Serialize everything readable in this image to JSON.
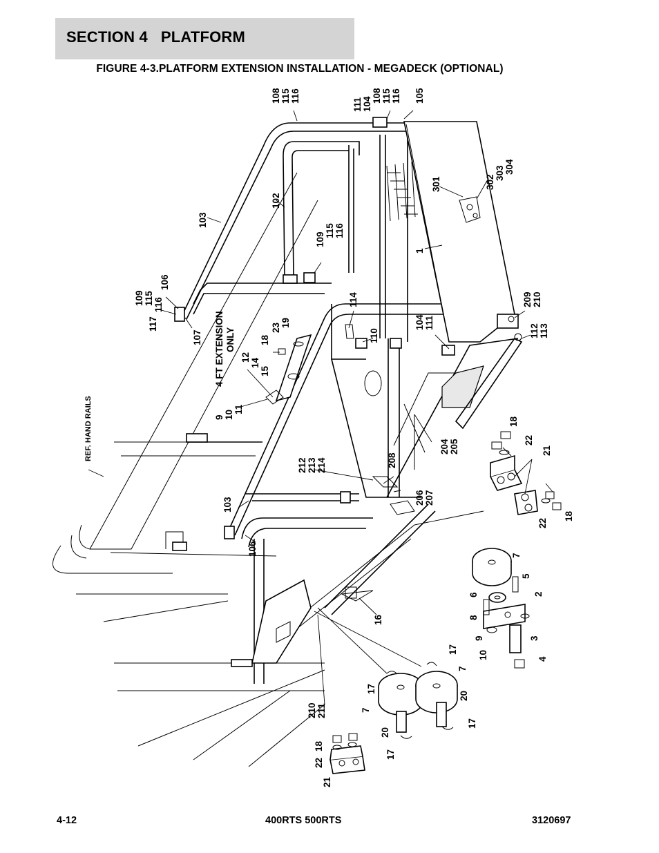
{
  "header": {
    "section_label": "SECTION 4   PLATFORM"
  },
  "figure": {
    "title": "FIGURE 4-3.PLATFORM EXTENSION INSTALLATION - MEGADECK (OPTIONAL)",
    "callouts": {
      "top_left_stack": [
        "108",
        "115",
        "116"
      ],
      "top_right_stack": [
        "111",
        "104",
        "108",
        "115",
        "116"
      ],
      "c105": "105",
      "c103_top": "103",
      "c102": "102",
      "mid_stack": [
        "109",
        "115",
        "116"
      ],
      "c301": "301",
      "right_stack_300": [
        "302",
        "303",
        "304"
      ],
      "c1": "1",
      "left_stack_106": [
        "117",
        "116",
        "115",
        "109"
      ],
      "c106_top": "106",
      "c107": "107",
      "c114": "114",
      "c110": "110",
      "c104_111": [
        "104",
        "111"
      ],
      "c209_210": [
        "209",
        "210"
      ],
      "c112_113": [
        "112",
        "113"
      ],
      "extension_note": [
        "4 FT EXTENSION",
        "ONLY"
      ],
      "small_stack": [
        "18",
        "23",
        "19"
      ],
      "c12_14_15": [
        "12",
        "14",
        "15"
      ],
      "c9_10_11": [
        "9",
        "10",
        "11"
      ],
      "ref_hand_rails": "REF. HAND RAILS",
      "c204_205": [
        "204",
        "205"
      ],
      "c212_214": [
        "212",
        "213",
        "214"
      ],
      "c208": "208",
      "c206_207": [
        "206",
        "207"
      ],
      "c103_bottom": "103",
      "c106_bottom": "106",
      "c16": "16",
      "right_bracket": {
        "c18a": "18",
        "c22a": "22",
        "c21": "21",
        "c22b": "22",
        "c18b": "18"
      },
      "roller_assembly": {
        "c7": "7",
        "c5": "5",
        "c6": "6",
        "c2": "2",
        "c8": "8",
        "c9": "9",
        "c10": "10",
        "c3": "3",
        "c4": "4"
      },
      "lower_rollers": {
        "c17a": "17",
        "c7a": "7",
        "c17b": "17",
        "c7b": "7",
        "c20a": "20",
        "c20b": "20",
        "c17c": "17",
        "c17d": "17"
      },
      "c210_211": [
        "210",
        "211"
      ],
      "left_bracket": {
        "c18": "18",
        "c22": "22",
        "c21": "21"
      }
    }
  },
  "footer": {
    "page_number": "4-12",
    "model": "400RTS 500RTS",
    "doc_number": "3120697"
  }
}
